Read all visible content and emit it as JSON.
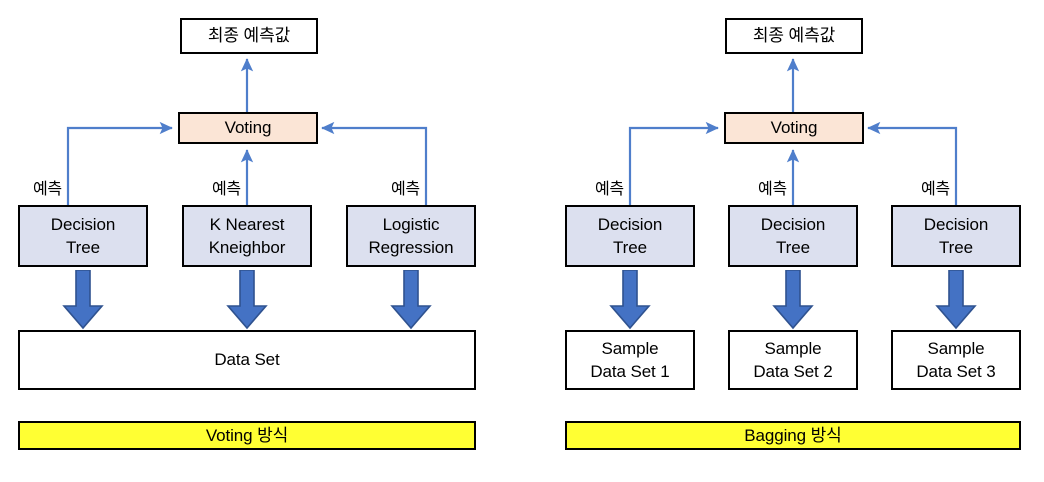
{
  "diagram": {
    "title_left": "Voting 방식",
    "title_right": "Bagging 방식",
    "colors": {
      "voting_fill": "#fbe5d6",
      "model_fill": "#dce0ef",
      "banner_fill": "#ffff33",
      "thin_arrow": "#4f7ecb",
      "block_arrow_fill": "#4472c4",
      "block_arrow_stroke": "#2f528f",
      "box_stroke": "#000000",
      "page_bg": "#ffffff"
    },
    "prediction_label": "예측"
  },
  "left_panel": {
    "final_output": {
      "label": "최종 예측값"
    },
    "aggregator": {
      "label": "Voting"
    },
    "models": [
      {
        "line1": "Decision",
        "line2": "Tree",
        "pred_label": "예측"
      },
      {
        "line1": "K Nearest",
        "line2": "Kneighbor",
        "pred_label": "예측"
      },
      {
        "line1": "Logistic",
        "line2": "Regression",
        "pred_label": "예측"
      }
    ],
    "data_sources": [
      {
        "line1": "Data Set",
        "line2": ""
      }
    ],
    "banner": {
      "label": "Voting 방식"
    }
  },
  "right_panel": {
    "final_output": {
      "label": "최종 예측값"
    },
    "aggregator": {
      "label": "Voting"
    },
    "models": [
      {
        "line1": "Decision",
        "line2": "Tree",
        "pred_label": "예측"
      },
      {
        "line1": "Decision",
        "line2": "Tree",
        "pred_label": "예측"
      },
      {
        "line1": "Decision",
        "line2": "Tree",
        "pred_label": "예측"
      }
    ],
    "data_sources": [
      {
        "line1": "Sample",
        "line2": "Data Set 1"
      },
      {
        "line1": "Sample",
        "line2": "Data Set 2"
      },
      {
        "line1": "Sample",
        "line2": "Data Set 3"
      }
    ],
    "banner": {
      "label": "Bagging 방식"
    }
  }
}
